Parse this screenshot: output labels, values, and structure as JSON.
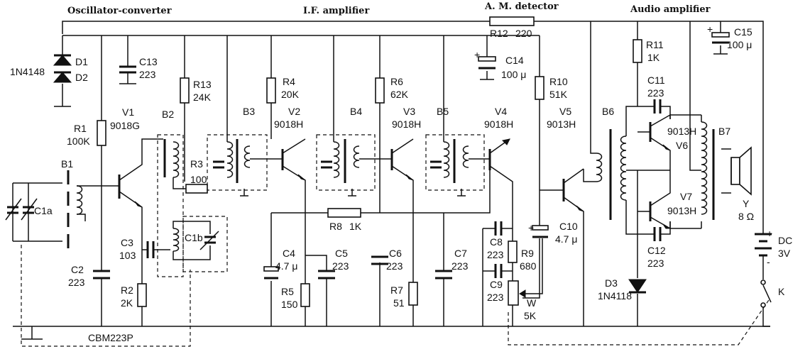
{
  "headers": {
    "oscillator": "Oscillator-converter",
    "if_amp": "I.F. amplifier",
    "am_detector": "A. M. detector",
    "audio_amp": "Audio amplifier"
  },
  "labels": {
    "d1": "D1",
    "d2": "D2",
    "d_part": "1N4148",
    "c13": "C13",
    "c13_val": "223",
    "r1": "R1",
    "r1_val": "100K",
    "v1": "V1",
    "v1_val": "9018G",
    "b1": "B1",
    "b2": "B2",
    "b3": "B3",
    "b4": "B4",
    "b5": "B5",
    "b6": "B6",
    "b7": "B7",
    "c1a": "C1a",
    "c1b": "C1b",
    "c2": "C2",
    "c2_val": "223",
    "c3": "C3",
    "c3_val": "103",
    "r2": "R2",
    "r2_val": "2K",
    "cbm": "CBM223P",
    "r13": "R13",
    "r13_val": "24K",
    "r3": "R3",
    "r3_val": "100",
    "r4": "R4",
    "r4_val": "20K",
    "v2": "V2",
    "v2_val": "9018H",
    "r6": "R6",
    "r6_val": "62K",
    "v3": "V3",
    "v3_val": "9018H",
    "v4": "V4",
    "v4_val": "9018H",
    "r8": "R8",
    "r8_val": "1K",
    "c4": "C4",
    "c4_val": "4.7 μ",
    "c5": "C5",
    "c5_val": "223",
    "r5": "R5",
    "r5_val": "150",
    "c6": "C6",
    "c6_val": "223",
    "c7": "C7",
    "c7_val": "223",
    "r7": "R7",
    "r7_val": "51",
    "r12": "R12",
    "r12_val": "220",
    "c14": "C14",
    "c14_val": "100 μ",
    "r10": "R10",
    "r10_val": "51K",
    "v5": "V5",
    "v5_val": "9013H",
    "c8": "C8",
    "c8_val": "223",
    "r9": "R9",
    "r9_val": "680",
    "c9": "C9",
    "c9_val": "223",
    "w": "W",
    "w_val": "5K",
    "c10": "C10",
    "c10_val": "4.7 μ",
    "r11": "R11",
    "r11_val": "1K",
    "c11": "C11",
    "c11_val": "223",
    "c15": "C15",
    "c15_val": "100 μ",
    "v6": "V6",
    "v6_part": "9013H",
    "v7": "V7",
    "v7_part": "9013H",
    "c12": "C12",
    "c12_val": "223",
    "d3": "D3",
    "d3_part": "1N4118",
    "spk": "Y",
    "spk_val": "8 Ω",
    "bat": "DC",
    "bat_val": "3V",
    "sw": "K"
  }
}
